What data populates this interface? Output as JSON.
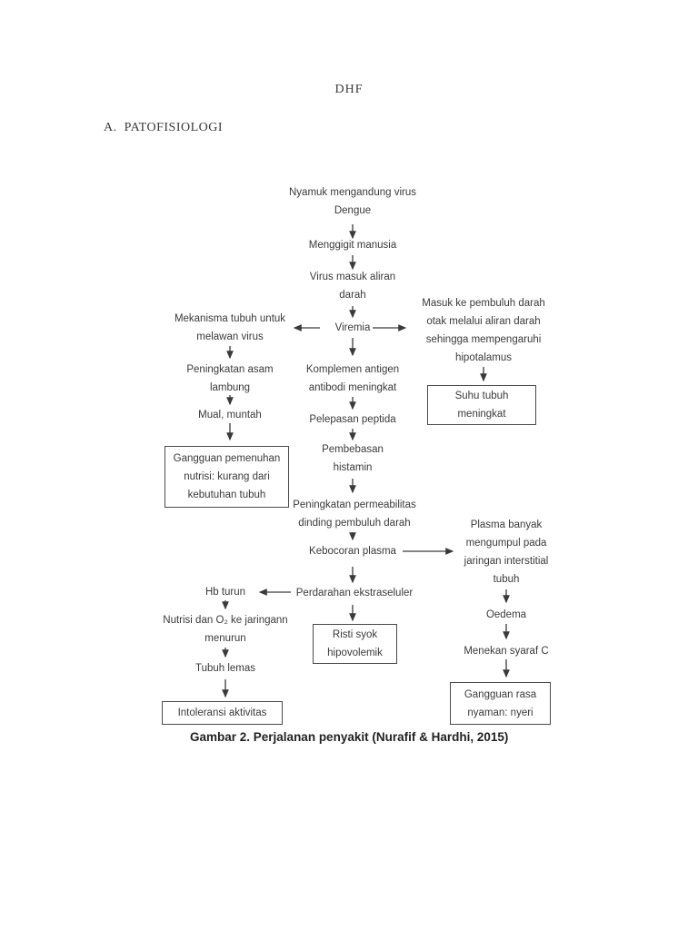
{
  "document": {
    "title": "DHF",
    "section_heading": "A.  PATOFISIOLOGI",
    "figure_caption": "Gambar 2. Perjalanan penyakit (Nurafif & Hardhi, 2015)"
  },
  "flowchart": {
    "ink_color": "#3a3a3a",
    "nodes": {
      "nyamuk_virus": "Nyamuk mengandung virus\nDengue",
      "menggigit": "Menggigit manusia",
      "virus_masuk": "Virus masuk aliran\ndarah",
      "viremia": "Viremia",
      "mekanisme_tubuh": "Mekanisma tubuh untuk\nmelawan virus",
      "masuk_pembuluh": "Masuk ke pembuluh darah\notak melalui aliran darah\nsehingga mempengaruhi\nhipotalamus",
      "peningkatan_asam": "Peningkatan asam\nlambung",
      "mual_muntah": "Mual, muntah",
      "komplemen": "Komplemen antigen\nantibodi meningkat",
      "pelepasan_peptida": "Pelepasan peptida",
      "pembebasan_histamin": "Pembebasan\nhistamin",
      "permeabilitas": "Peningkatan permeabilitas\ndinding pembuluh darah",
      "kebocoran_plasma": "Kebocoran plasma",
      "plasma_banyak": "Plasma banyak\nmengumpul pada\njaringan interstitial\ntubuh",
      "hb_turun": "Hb turun",
      "perdarahan": "Perdarahan ekstraseluler",
      "nutrisi_o2": "Nutrisi dan O₂ ke jaringann\nmenurun",
      "tubuh_lemas": "Tubuh lemas",
      "oedema": "Oedema",
      "menekan_syaraf": "Menekan syaraf C"
    },
    "boxed_nodes": {
      "gangguan_nutrisi": "Gangguan pemenuhan\nnutrisi: kurang dari\nkebutuhan tubuh",
      "suhu_tubuh": "Suhu tubuh\nmeningkat",
      "risti_syok": "Risti syok\nhipovolemik",
      "intoleransi": "Intoleransi aktivitas",
      "gangguan_nyaman": "Gangguan rasa\nnyaman: nyeri"
    }
  }
}
